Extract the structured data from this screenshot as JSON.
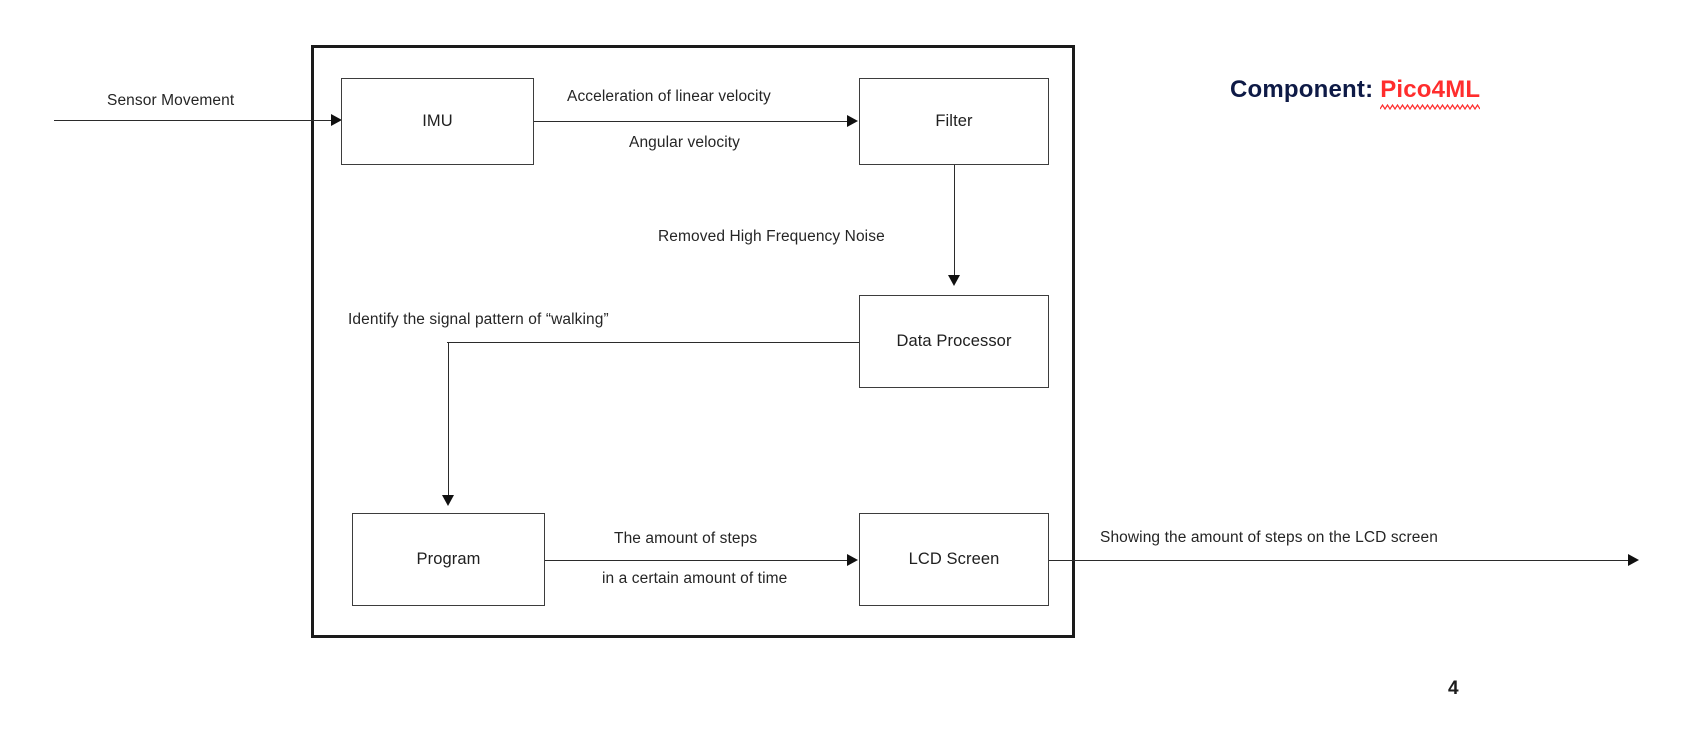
{
  "diagram": {
    "title_annotation": {
      "prefix": "Component:",
      "value": "Pico4ML"
    },
    "page_number": "4",
    "nodes": [
      {
        "id": "imu",
        "label": "IMU"
      },
      {
        "id": "filter",
        "label": "Filter"
      },
      {
        "id": "dataproc",
        "label": "Data Processor"
      },
      {
        "id": "program",
        "label": "Program"
      },
      {
        "id": "lcd",
        "label": "LCD Screen"
      }
    ],
    "edges": [
      {
        "id": "input",
        "from": "external",
        "to": "imu",
        "label": "Sensor Movement"
      },
      {
        "id": "imu-filter-1",
        "from": "imu",
        "to": "filter",
        "label": "Acceleration of linear velocity"
      },
      {
        "id": "imu-filter-2",
        "from": "imu",
        "to": "filter",
        "label": "Angular velocity"
      },
      {
        "id": "filter-dp",
        "from": "filter",
        "to": "dataproc",
        "label": "Removed High Frequency Noise"
      },
      {
        "id": "dp-program",
        "from": "dataproc",
        "to": "program",
        "label": "Identify the signal pattern of “walking”"
      },
      {
        "id": "prog-lcd-1",
        "from": "program",
        "to": "lcd",
        "label": "The amount of steps"
      },
      {
        "id": "prog-lcd-2",
        "from": "program",
        "to": "lcd",
        "label": "in a certain amount of time"
      },
      {
        "id": "output",
        "from": "lcd",
        "to": "external",
        "label": "Showing the amount of steps on the LCD screen"
      }
    ],
    "colors": {
      "stroke": "#2b2b2b",
      "boundary": "#1a1a1a",
      "accent": "#ff2d2d",
      "note": "#0e1a46"
    }
  }
}
